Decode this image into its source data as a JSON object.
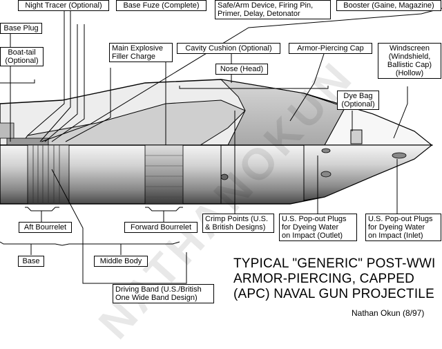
{
  "labels": {
    "night_tracer": "Night Tracer (Optional)",
    "base_fuze": "Base Fuze (Complete)",
    "safe_arm_1": "Safe/Arm Device, Firing Pin,",
    "safe_arm_2": "Primer, Delay, Detonator",
    "booster": "Booster (Gaine, Magazine)",
    "base_plug": "Base Plug",
    "boat_tail_1": "Boat-tail",
    "boat_tail_2": "(Optional)",
    "main_explosive_1": "Main Explosive",
    "main_explosive_2": "Filler Charge",
    "cavity_cushion": "Cavity Cushion (Optional)",
    "ap_cap": "Armor-Piercing Cap",
    "windscreen_1": "Windscreen",
    "windscreen_2": "(Windshield,",
    "windscreen_3": "Ballistic Cap)",
    "windscreen_4": "(Hollow)",
    "nose": "Nose (Head)",
    "dye_bag_1": "Dye Bag",
    "dye_bag_2": "(Optional)",
    "crimp_1": "Crimp Points (U.S.",
    "crimp_2": "& British Designs)",
    "outlet_1": "U.S. Pop-out Plugs",
    "outlet_2": "for Dyeing Water",
    "outlet_3": "on Impact (Outlet)",
    "inlet_1": "U.S. Pop-out Plugs",
    "inlet_2": "for Dyeing Water",
    "inlet_3": "on Impact (Inlet)",
    "aft_bourrelet": "Aft Bourrelet",
    "forward_bourrelet": "Forward Bourrelet",
    "base": "Base",
    "middle_body": "Middle Body",
    "driving_band_1": "Driving Band (U.S./British",
    "driving_band_2": "One Wide Band Design)"
  },
  "title": {
    "line1": "TYPICAL \"GENERIC\" POST-WWI",
    "line2": "ARMOR-PIERCING, CAPPED",
    "line3": "(APC) NAVAL GUN PROJECTILE"
  },
  "credit": "Nathan Okun (8/97)",
  "watermark": "NATHANOKUN"
}
